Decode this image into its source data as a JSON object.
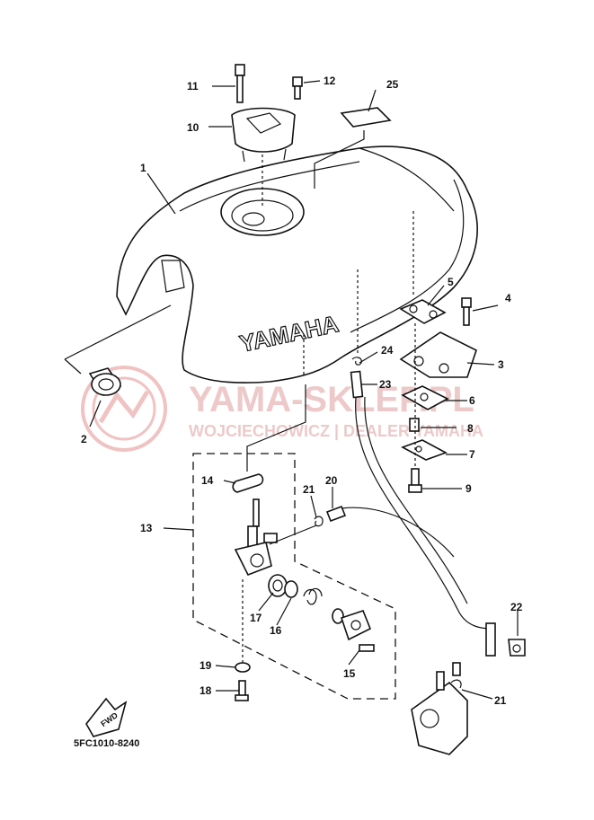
{
  "diagram": {
    "code": "5FC1010-8240",
    "brand_on_tank": "YAMAHA",
    "fwd_label": "FWD",
    "labels": {
      "p1": "1",
      "p2": "2",
      "p3": "3",
      "p4": "4",
      "p5": "5",
      "p6": "6",
      "p7": "7",
      "p8": "8",
      "p9": "9",
      "p10": "10",
      "p11": "11",
      "p12": "12",
      "p13": "13",
      "p14": "14",
      "p15": "15",
      "p16": "16",
      "p17": "17",
      "p18": "18",
      "p19": "19",
      "p20": "20",
      "p21a": "21",
      "p21b": "21",
      "p22": "22",
      "p23": "23",
      "p24": "24",
      "p25": "25"
    }
  },
  "watermark": {
    "line1": "YAMA-SKLEP.PL",
    "line2": "WOJCIECHOWICZ | DEALER YAMAHA",
    "color": "#e8a0a0"
  }
}
